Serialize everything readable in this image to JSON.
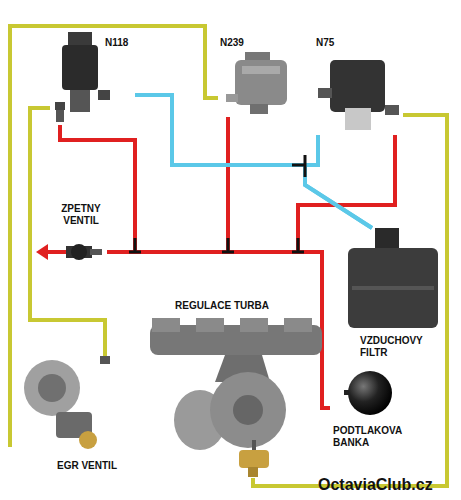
{
  "diagram": {
    "nodes": [
      {
        "text": [
          "N118"
        ]
      },
      {
        "text": [
          "N239"
        ]
      },
      {
        "text": [
          "N75"
        ]
      },
      {
        "text": [
          "ZPETNY VENTIL"
        ]
      },
      {
        "text": [
          "REGULACE TURBA"
        ]
      },
      {
        "text": [
          "VZDUCHOVY FILTR"
        ]
      },
      {
        "text": [
          "PODTLAKOVA BANKA"
        ]
      },
      {
        "text": [
          "EGR VENTIL"
        ]
      }
    ],
    "edges": [
      {
        "from": 0,
        "to": 7,
        "arrow": "none"
      },
      {
        "from": 1,
        "to": 7,
        "arrow": "none"
      },
      {
        "from": 2,
        "to": 4,
        "arrow": "none"
      },
      {
        "from": 3,
        "to": 6,
        "arrow": "none"
      },
      {
        "from": 0,
        "to": 3,
        "arrow": "none"
      },
      {
        "from": 1,
        "to": 3,
        "arrow": "none"
      },
      {
        "from": 2,
        "to": 3,
        "arrow": "none"
      },
      {
        "from": 0,
        "to": 5,
        "arrow": "none"
      },
      {
        "from": 2,
        "to": 5,
        "arrow": "none"
      }
    ],
    "labels": [
      "OctaviaClub.cz"
    ]
  }
}
